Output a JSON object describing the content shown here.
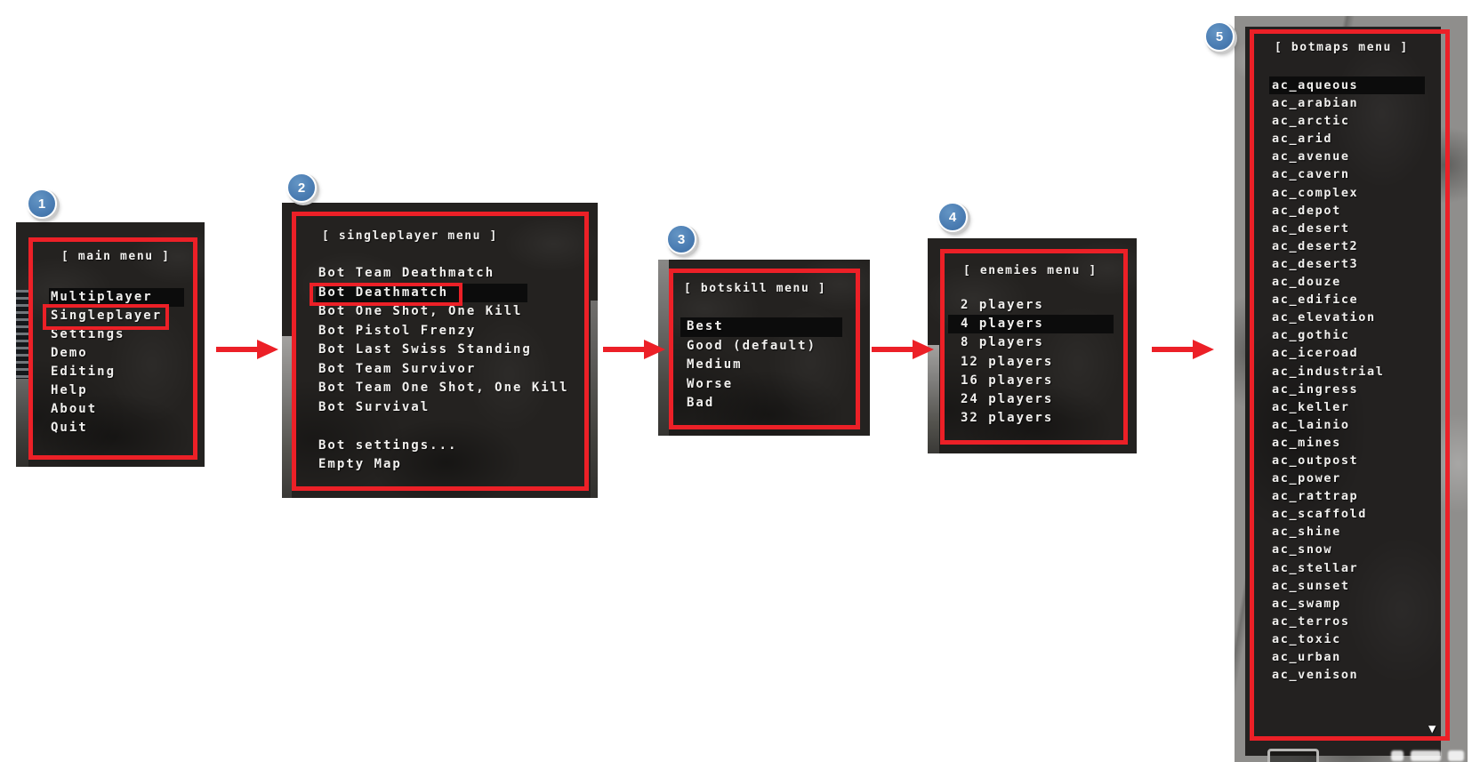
{
  "colors": {
    "annotation_red": "#ec2027",
    "badge_blue": "#4a7cb2",
    "menu_background": "#242220",
    "selection_bar": "#0c0c0c",
    "menu_text": "#f1f0ee",
    "stone_grey": "#8f8e8c"
  },
  "panels": [
    {
      "step_number": "1",
      "title": "[ main menu ]",
      "items": [
        "Multiplayer",
        "Singleplayer",
        "Settings",
        "Demo",
        "Editing",
        "Help",
        "About",
        "Quit"
      ],
      "selected_index": 0,
      "annotated_item": "Singleplayer"
    },
    {
      "step_number": "2",
      "title": "[ singleplayer menu ]",
      "items": [
        "Bot Team Deathmatch",
        "Bot Deathmatch",
        "Bot One Shot, One Kill",
        "Bot Pistol Frenzy",
        "Bot Last Swiss Standing",
        "Bot Team Survivor",
        "Bot Team One Shot, One Kill",
        "Bot Survival",
        "",
        "Bot settings...",
        "Empty Map"
      ],
      "selected_index": 1,
      "annotated_item": "Bot Deathmatch"
    },
    {
      "step_number": "3",
      "title": "[ botskill menu ]",
      "items": [
        "Best",
        "Good (default)",
        "Medium",
        "Worse",
        "Bad"
      ],
      "selected_index": 0
    },
    {
      "step_number": "4",
      "title": "[ enemies menu ]",
      "items": [
        "2 players",
        "4 players",
        "8 players",
        "12 players",
        "16 players",
        "24 players",
        "32 players"
      ],
      "selected_index": 1
    },
    {
      "step_number": "5",
      "title": "[ botmaps menu ]",
      "items": [
        "ac_aqueous",
        "ac_arabian",
        "ac_arctic",
        "ac_arid",
        "ac_avenue",
        "ac_cavern",
        "ac_complex",
        "ac_depot",
        "ac_desert",
        "ac_desert2",
        "ac_desert3",
        "ac_douze",
        "ac_edifice",
        "ac_elevation",
        "ac_gothic",
        "ac_iceroad",
        "ac_industrial",
        "ac_ingress",
        "ac_keller",
        "ac_lainio",
        "ac_mines",
        "ac_outpost",
        "ac_power",
        "ac_rattrap",
        "ac_scaffold",
        "ac_shine",
        "ac_snow",
        "ac_stellar",
        "ac_sunset",
        "ac_swamp",
        "ac_terros",
        "ac_toxic",
        "ac_urban",
        "ac_venison"
      ],
      "selected_index": 0,
      "scroll_down_indicator": "▼"
    }
  ]
}
